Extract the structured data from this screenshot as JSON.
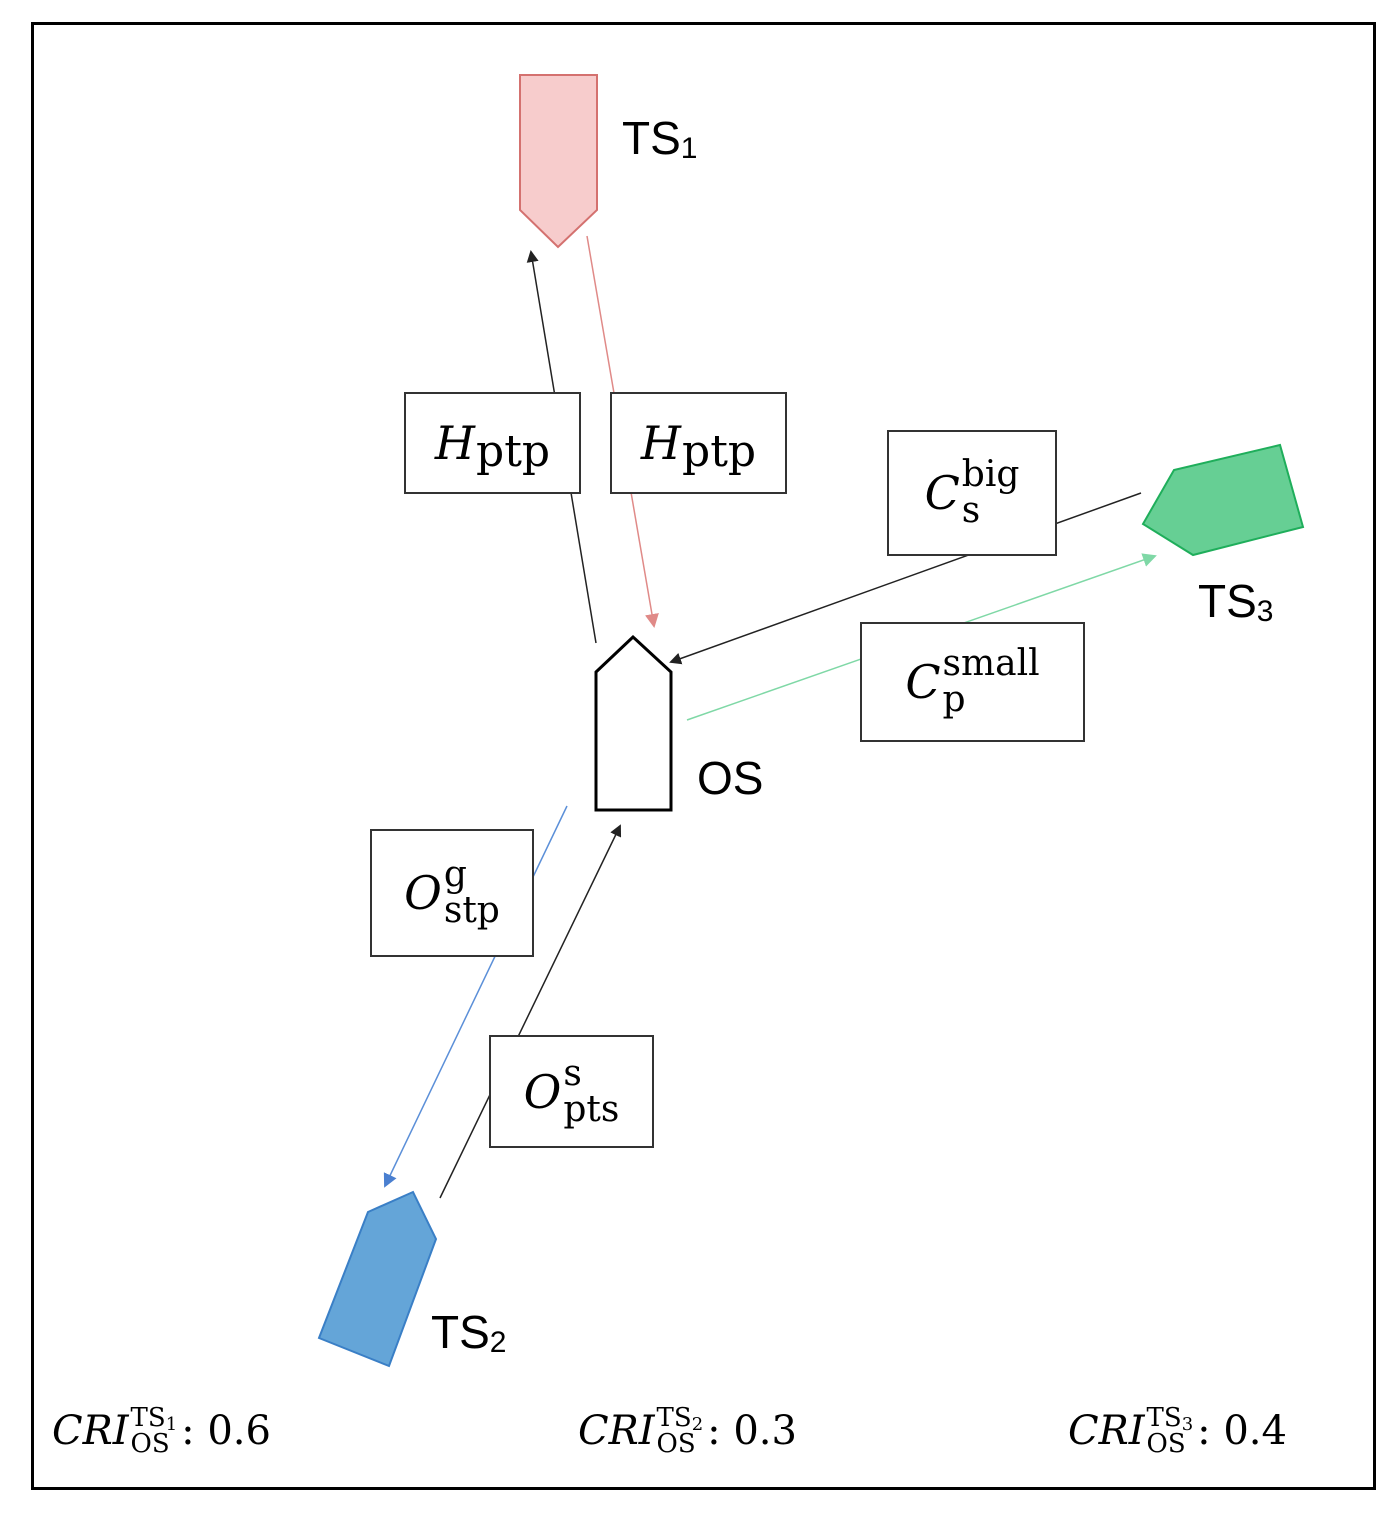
{
  "ships": {
    "ts1": {
      "name": "TS",
      "index": "1",
      "color": "#f7cccc",
      "stroke": "#d4716f"
    },
    "ts2": {
      "name": "TS",
      "index": "2",
      "color": "#64a5d8",
      "stroke": "#3a7fc6"
    },
    "ts3": {
      "name": "TS",
      "index": "3",
      "color": "#66cf94",
      "stroke": "#1fae5b"
    },
    "os": {
      "name": "OS",
      "color": "#ffffff",
      "stroke": "#000000"
    }
  },
  "labels": {
    "h_ptp_left": {
      "base": "H",
      "sub": "ptp"
    },
    "h_ptp_right": {
      "base": "H",
      "sub": "ptp"
    },
    "c_s_big": {
      "base": "C",
      "sup": "big",
      "sub": "s"
    },
    "c_p_small": {
      "base": "C",
      "sup": "small",
      "sub": "p"
    },
    "o_stp_g": {
      "base": "O",
      "sup": "g",
      "sub": "stp"
    },
    "o_pts_s": {
      "base": "O",
      "sup": "s",
      "sub": "pts"
    }
  },
  "cri": [
    {
      "base": "CRI",
      "sup": "TS",
      "sup_index": "1",
      "sub": "OS",
      "value": ": 0.6"
    },
    {
      "base": "CRI",
      "sup": "TS",
      "sup_index": "2",
      "sub": "OS",
      "value": ": 0.3"
    },
    {
      "base": "CRI",
      "sup": "TS",
      "sup_index": "3",
      "sub": "OS",
      "value": ": 0.4"
    }
  ],
  "colors": {
    "arrow_black": "#222222",
    "arrow_red": "#e08a88",
    "arrow_green": "#7fd8a6",
    "arrow_blue": "#5b8fd8"
  }
}
